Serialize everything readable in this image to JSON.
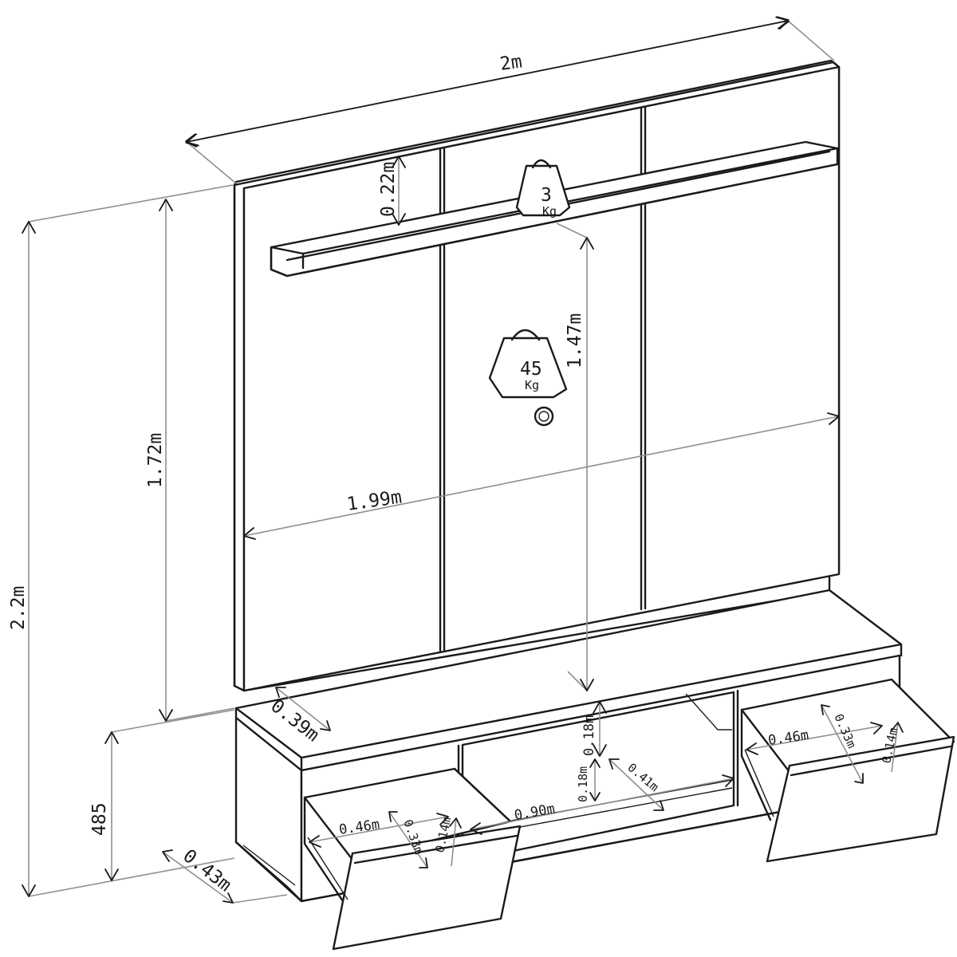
{
  "diagram": {
    "dimensions": {
      "total_width": "2m",
      "total_height": "2.2m",
      "panel_height": "1.72m",
      "panel_width": "1.99m",
      "shelf_height": "0.22m",
      "tv_mount_height": "1.47m",
      "base_height": "485",
      "base_depth": "0.43m",
      "top_depth": "0.39m",
      "niche_height": "0.18m",
      "niche_height_inner": "0.18m",
      "niche_depth": "0.41m",
      "niche_width": "0.90m",
      "left_drawer_width": "0.46m",
      "left_drawer_depth": "0.33m",
      "left_drawer_height": "0.14m",
      "right_drawer_width": "0.46m",
      "right_drawer_depth": "0.33m",
      "right_drawer_height": "0.14m"
    },
    "weights": {
      "shelf_load_value": "3",
      "shelf_load_unit": "Kg",
      "panel_load_value": "45",
      "panel_load_unit": "Kg"
    }
  }
}
